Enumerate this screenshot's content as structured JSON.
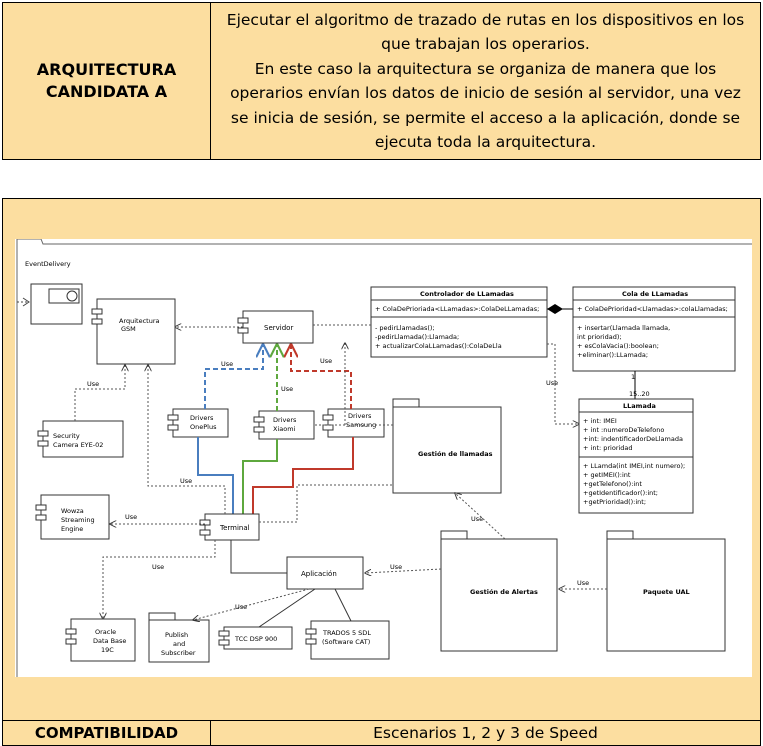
{
  "top": {
    "label_line1": "ARQUITECTURA",
    "label_line2": "CANDIDATA A",
    "description": [
      "Ejecutar el algoritmo de trazado de rutas en los dispositivos en los",
      "que trabajan los operarios.",
      "En este caso la arquitectura se organiza de manera que los",
      "operarios envían los datos de inicio de sesión al servidor, una vez",
      "se inicia de sesión, se permite el acceso a la aplicación, donde se",
      "ejecuta toda la arquitectura."
    ]
  },
  "diagram": {
    "frame_label": "EventDelivery",
    "components": {
      "gsm": [
        "Arquitectura",
        "GSM"
      ],
      "servidor": "Servidor",
      "security": [
        "Security",
        "Camera EYE-02"
      ],
      "oneplus": [
        "Drivers",
        "OnePlus"
      ],
      "xiaomi": [
        "Drivers",
        "Xiaomi"
      ],
      "samsung": [
        "Drivers",
        "Samsung"
      ],
      "wowza": [
        "Wowza",
        "Streaming",
        "Engine"
      ],
      "terminal": "Terminal",
      "oracle": [
        "Oracle",
        "Data Base",
        "19C"
      ],
      "publish": [
        "Publish",
        "and",
        "Subscriber"
      ],
      "tcc": "TCC DSP 900",
      "trados": [
        "TRADOS 5 SDL",
        "(Software CAT)"
      ],
      "aplicacion": "Aplicación"
    },
    "packages": {
      "gestion_llamadas": "Gestión de llamadas",
      "gestion_alertas": "Gestión de Alertas",
      "paquete_ual": "Paquete UAL"
    },
    "classes": {
      "controlador": {
        "name": "Controlador de LLamadas",
        "attrs": [
          "+ ColaDePrioriada<LLamadas>:ColaDeLLamadas;"
        ],
        "methods": [
          "- pedirLlamadas();",
          "-pedirLlamada():Llamada;",
          "+ actualizarColaLLamadas():ColaDeLla"
        ]
      },
      "cola": {
        "name": "Cola de LLamadas",
        "attrs": [
          "+ ColaDePrioridad<Llamadas>:colaLlamadas;"
        ],
        "methods": [
          "+ insertar(Llamada llamada,",
          "int prioridad);",
          "+ esColaVacia():boolean;",
          "+eliminar():LLamada;"
        ]
      },
      "llamada": {
        "name": "LLamada",
        "attrs": [
          "+ int: IMEI",
          "+ int :numeroDeTelefono",
          "+int: indentificadorDeLlamada",
          "+ int: prioridad"
        ],
        "methods": [
          "+ LLamda(int IMEI,int numero);",
          "+ getIMEI():int",
          "+getTelefono():int",
          "+getIdentificador():int;",
          "+getPrioridad():int;"
        ]
      }
    },
    "labels": {
      "use": "Use",
      "mult_one": "1",
      "mult_range": "15..20"
    },
    "colors": {
      "blue": "#4a7ebf",
      "green": "#5ea83e",
      "red": "#c0392b"
    }
  },
  "bottom": {
    "label": "COMPATIBILIDAD",
    "value": "Escenarios 1, 2 y 3 de Speed"
  }
}
